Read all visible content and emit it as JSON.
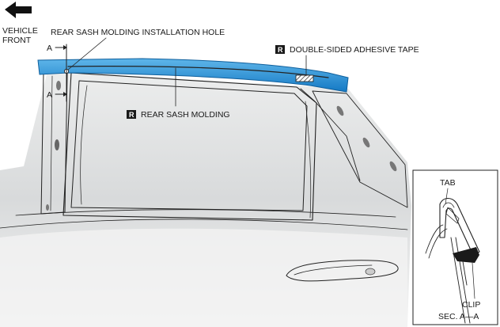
{
  "direction": {
    "label_line1": "VEHICLE",
    "label_line2": "FRONT",
    "arrow_icon": "left-arrow-icon"
  },
  "callouts": {
    "installation_hole": "REAR SASH MOLDING INSTALLATION HOLE",
    "adhesive_tape": "DOUBLE-SIDED ADHESIVE TAPE",
    "rear_sash_molding": "REAR SASH MOLDING",
    "replace_mark": "R"
  },
  "section_markers": {
    "upper": "A",
    "lower": "A"
  },
  "detail": {
    "tab": "TAB",
    "clip": "CLIP",
    "caption": "SEC. A—A"
  },
  "colors": {
    "molding_blue": "#1f8ed6",
    "molding_light": "#5fb6ea",
    "body_shade": "#d9dbdd",
    "outline": "#222222"
  }
}
